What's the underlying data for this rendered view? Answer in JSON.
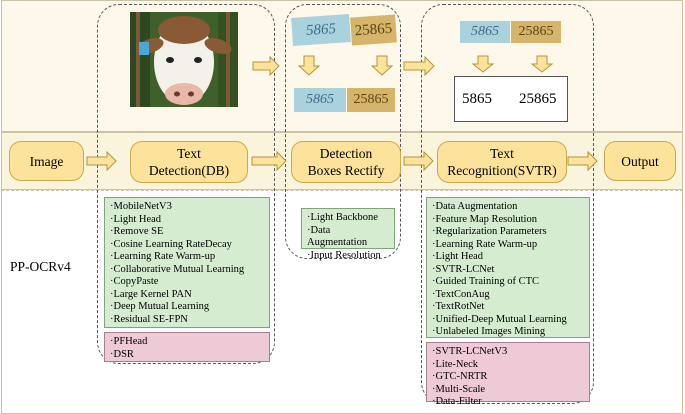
{
  "pipeline": {
    "image_label": "Image",
    "detection_label": "Text\nDetection(DB)",
    "rectify_label": "Detection\nBoxes Rectify",
    "recognition_label": "Text\nRecognition(SVTR)",
    "output_label": "Output"
  },
  "section_label": "PP-OCRv4",
  "examples": {
    "crop_a": "5865",
    "crop_b": "25865",
    "result_a": "5865",
    "result_b": "25865"
  },
  "detection_strategies": [
    "·MobileNetV3",
    "·Light Head",
    "·Remove SE",
    "·Cosine Learning RateDecay",
    "·Learning Rate Warm-up",
    "·Collaborative Mutual Learning",
    "·CopyPaste",
    "·Large Kernel PAN",
    "·Deep Mutual Learning",
    "·Residual SE-FPN"
  ],
  "detection_new": [
    "·PFHead",
    "·DSR"
  ],
  "rectify_strategies": [
    "·Light Backbone",
    "·Data Augmentation",
    "·Input Resolution"
  ],
  "recognition_strategies": [
    "·Data Augmentation",
    "·Feature Map Resolution",
    "·Regularization Parameters",
    "·Learning Rate Warm-up",
    "·Light Head",
    "·SVTR-LCNet",
    "·Guided Training of CTC",
    "·TextConAug",
    "·TextRotNet",
    "·Unified-Deep Mutual Learning",
    "·Unlabeled Images Mining"
  ],
  "recognition_new": [
    "·SVTR-LCNetV3",
    "·Lite-Neck",
    "·GTC-NRTR",
    "·Multi-Scale",
    "·Data-Filter"
  ],
  "colors": {
    "node_fill": "#fde29b",
    "strategy_fill": "#d5ecd1",
    "new_strategy_fill": "#eec9d6",
    "arrow_fill": "#fde29b"
  },
  "icons": [
    "cow-photo",
    "numbers-crop-image",
    "block-arrow-right",
    "block-arrow-down"
  ]
}
